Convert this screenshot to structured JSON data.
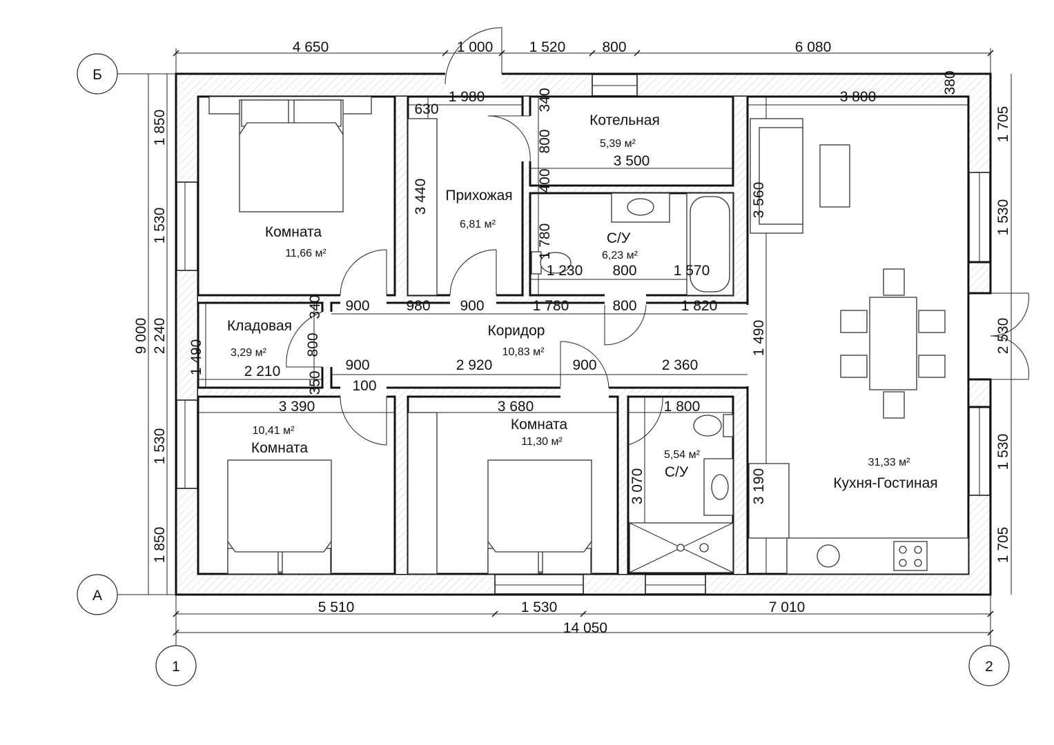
{
  "plan": {
    "axes": {
      "row_top": "Б",
      "row_bottom": "А",
      "col_left": "1",
      "col_right": "2"
    },
    "rooms": [
      {
        "name": "Комната",
        "area": "11,66 м²"
      },
      {
        "name": "Прихожая",
        "area": "6,81 м²"
      },
      {
        "name": "Котельная",
        "area": "5,39 м²"
      },
      {
        "name": "С/У",
        "area": "6,23 м²"
      },
      {
        "name": "Кладовая",
        "area": "3,29 м²"
      },
      {
        "name": "Коридор",
        "area": "10,83 м²"
      },
      {
        "name": "Комната",
        "area": "10,41 м²"
      },
      {
        "name": "Комната",
        "area": "11,30 м²"
      },
      {
        "name": "С/У",
        "area": "5,54 м²"
      },
      {
        "name": "Кухня-Гостиная",
        "area": "31,33 м²"
      }
    ],
    "dimensions": [
      "4 650",
      "1 000",
      "1 520",
      "800",
      "6 080",
      "5 510",
      "1 530",
      "7 010",
      "14 050",
      "1 850",
      "1 530",
      "2 240",
      "9 000",
      "1 530",
      "1 850",
      "1 705",
      "1 530",
      "2 530",
      "1 530",
      "1 705",
      "1 980",
      "630",
      "3 440",
      "340",
      "800",
      "400",
      "3 500",
      "1 780",
      "1 230",
      "800",
      "1 570",
      "3 800",
      "380",
      "3 560",
      "1 490",
      "3 190",
      "900",
      "980",
      "900",
      "1 780",
      "800",
      "1 820",
      "340",
      "800",
      "350",
      "1 490",
      "2 210",
      "900",
      "2 920",
      "900",
      "2 360",
      "100",
      "3 390",
      "3 680",
      "1 800",
      "3 070"
    ]
  }
}
